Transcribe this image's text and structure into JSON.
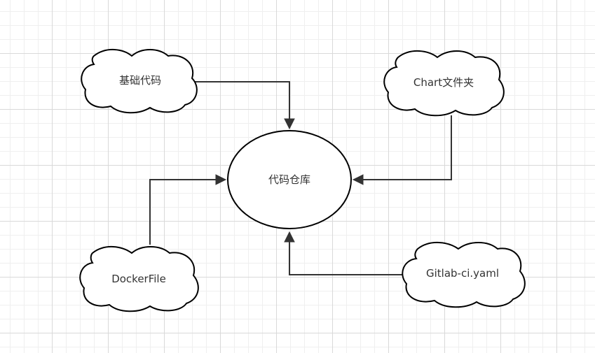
{
  "diagram": {
    "nodes": {
      "base_code": "基础代码",
      "chart_folder": "Chart文件夹",
      "repo": "代码仓库",
      "dockerfile": "DockerFile",
      "gitlab_ci": "Gitlab-ci.yaml"
    },
    "edges": [
      {
        "from": "基础代码",
        "to": "代码仓库"
      },
      {
        "from": "Chart文件夹",
        "to": "代码仓库"
      },
      {
        "from": "DockerFile",
        "to": "代码仓库"
      },
      {
        "from": "Gitlab-ci.yaml",
        "to": "代码仓库"
      }
    ]
  }
}
